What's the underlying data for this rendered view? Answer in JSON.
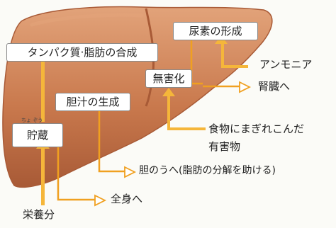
{
  "colors": {
    "liver_fill": "#c9794d",
    "liver_dark": "#a85a36",
    "liver_light": "#e2a37a",
    "arrow_fill": "#f5b63a",
    "arrow_outline": "#f0a020",
    "background": "#fbfbf7"
  },
  "boxes": {
    "urea": "尿素の形成",
    "protein": "タンパク質·脂肪の合成",
    "detox": "無害化",
    "bile": "胆汁の生成",
    "storage": "貯蔵"
  },
  "ruby": {
    "storage_reading": "ちょ ぞう"
  },
  "labels": {
    "ammonia": "アンモニア",
    "kidney": "腎臓へ",
    "harmful_line1": "食物にまぎれこんだ",
    "harmful_line2": "有害物",
    "gallbladder": "胆のうへ(脂肪の分解を助ける)",
    "whole_body": "全身へ",
    "nutrients": "栄養分"
  }
}
